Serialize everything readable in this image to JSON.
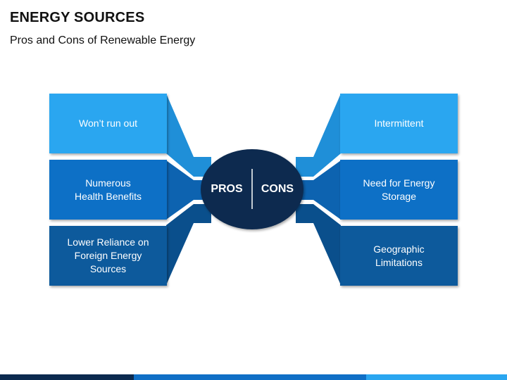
{
  "header": {
    "title": "ENERGY SOURCES",
    "subtitle": "Pros and Cons of Renewable Energy"
  },
  "center": {
    "pros_label": "PROS",
    "cons_label": "CONS"
  },
  "pros": [
    {
      "label": "Won’t run out"
    },
    {
      "label": "Numerous\nHealth Benefits"
    },
    {
      "label": "Lower Reliance on\nForeign Energy\nSources"
    }
  ],
  "cons": [
    {
      "label": "Intermittent"
    },
    {
      "label": "Need for Energy\nStorage"
    },
    {
      "label": "Geographic\nLimitations"
    }
  ],
  "colors": {
    "light_blue": "#2aa6f0",
    "mid_blue": "#0f6fc6",
    "dark_blue": "#0c5a9c",
    "navy": "#0b2a4f"
  }
}
